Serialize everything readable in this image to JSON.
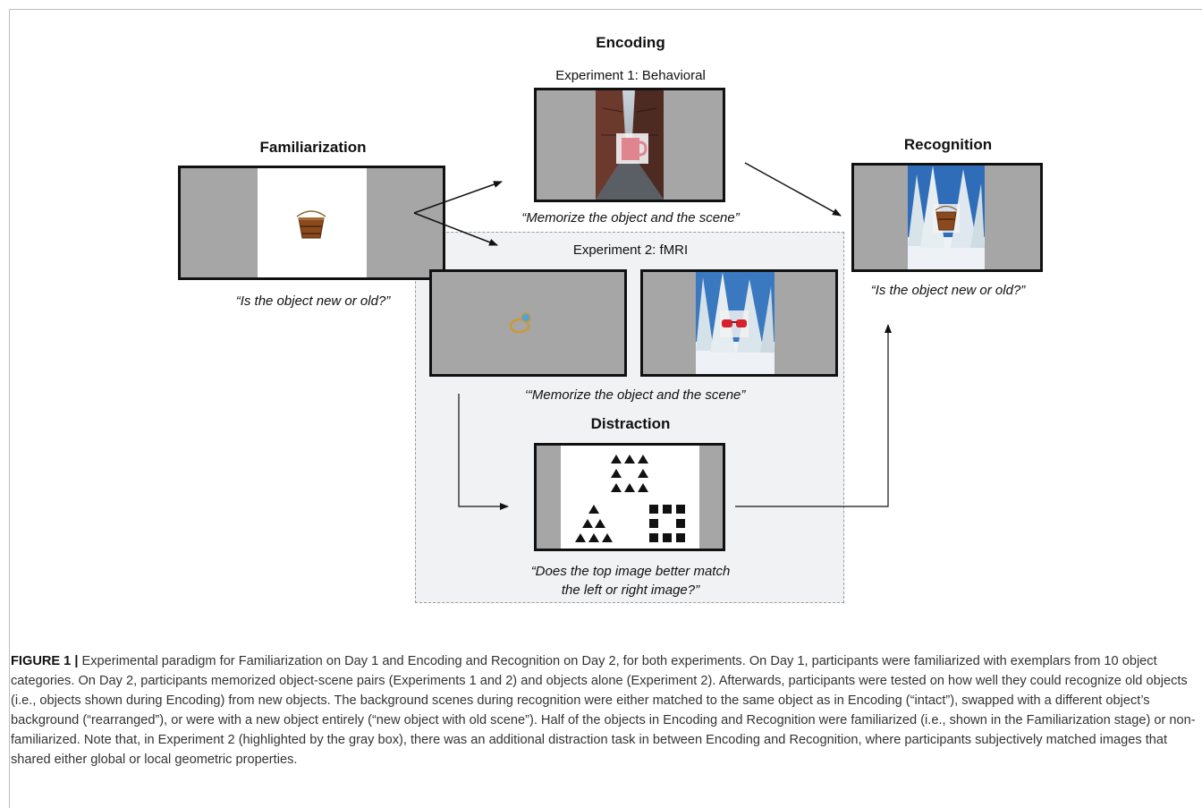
{
  "familiarization": {
    "title": "Familiarization",
    "prompt": "“Is the object new or old?”"
  },
  "encoding": {
    "title": "Encoding",
    "experiment1_label": "Experiment 1: Behavioral",
    "experiment1_prompt": "“Memorize the object and the scene”",
    "experiment2_label": "Experiment 2: fMRI",
    "experiment2_prompt": "‘“Memorize the object and the scene”"
  },
  "distraction": {
    "title": "Distraction",
    "prompt_line1": "“Does the top image better match",
    "prompt_line2": "the left or right image?”"
  },
  "recognition": {
    "title": "Recognition",
    "prompt": "“Is the object new or old?”"
  },
  "caption": {
    "label": "FIGURE 1 |",
    "text": "Experimental paradigm for Familiarization on Day 1 and Encoding and Recognition on Day 2, for both experiments. On Day 1, participants were familiarized with exemplars from 10 object categories. On Day 2, participants memorized object-scene pairs (Experiments 1 and 2) and objects alone (Experiment 2). Afterwards, participants were tested on how well they could recognize old objects (i.e., objects shown during Encoding) from new objects. The background scenes during recognition were either matched to the same object as in Encoding (“intact”), swapped with a different object’s background (“rearranged”), or were with a new object entirely (“new object with old scene”). Half of the objects in Encoding and Recognition were familiarized (i.e., shown in the Familiarization stage) or non-familiarized. Note that, in Experiment 2 (highlighted by the gray box), there was an additional distraction task in between Encoding and Recognition, where participants subjectively matched images that shared either global or local geometric properties."
  },
  "colors": {
    "screen_gray": "#a6a6a6",
    "highlight_box": "#f1f2f3",
    "border": "#111111"
  },
  "icons": [
    "bucket-icon",
    "mug-icon",
    "ring-icon",
    "sunglasses-icon",
    "alley-scene",
    "snow-forest-scene",
    "triangle-shape",
    "square-shape"
  ]
}
